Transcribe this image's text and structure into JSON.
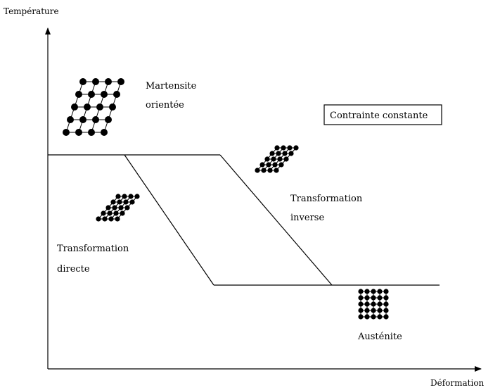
{
  "axes": {
    "y_label": "Température",
    "x_label": "Déformation"
  },
  "labels": {
    "martensite_line1": "Martensite",
    "martensite_line2": "orientée",
    "stress_box": "Contrainte constante",
    "inverse_line1": "Transformation",
    "inverse_line2": "inverse",
    "direct_line1": "Transformation",
    "direct_line2": "directe",
    "austenite": "Austénite"
  }
}
